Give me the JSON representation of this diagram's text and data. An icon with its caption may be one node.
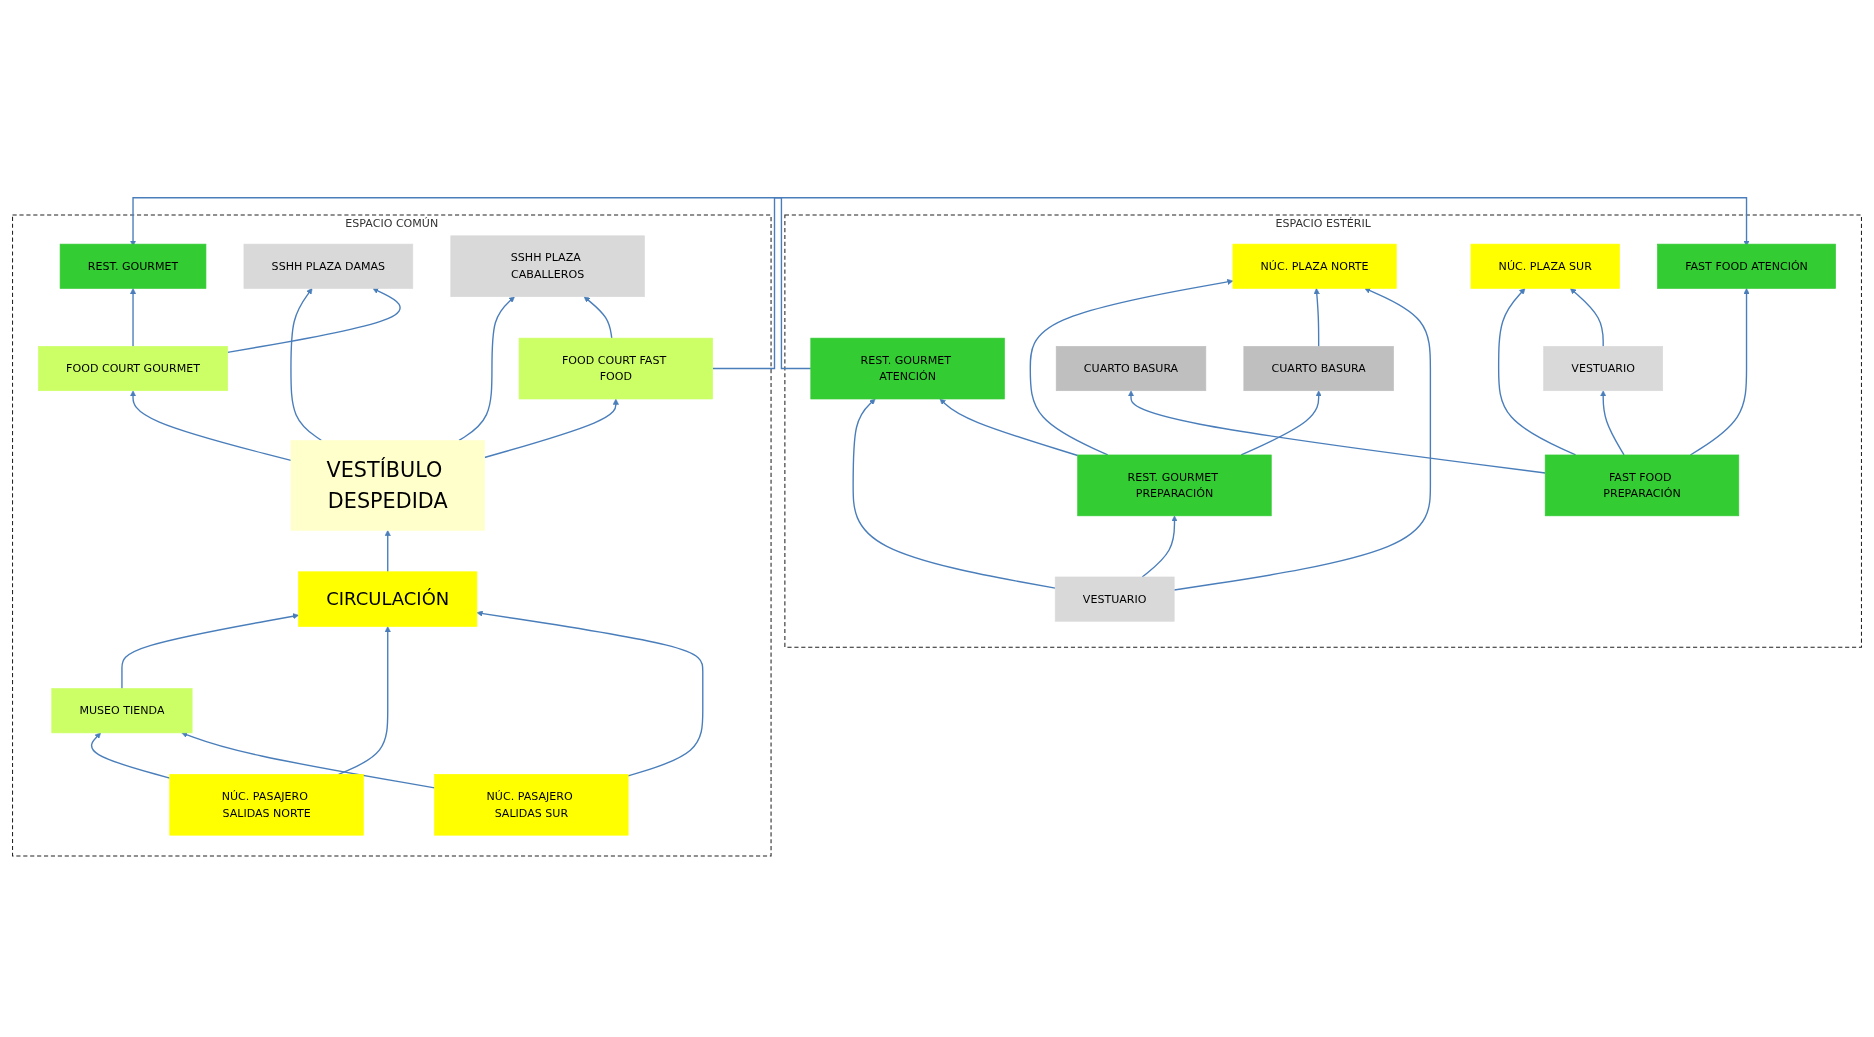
{
  "diagram": {
    "nodes": [
      {
        "text": [
          "ESPACIO ESTÉRIL"
        ]
      },
      {
        "text": [
          "CUARTO BASURA"
        ],
        "in": 0
      },
      {
        "text": [
          "NÚC. PLAZA NORTE"
        ],
        "in": 0
      },
      {
        "text": [
          "REST. GOURMET PREPARACIÓN"
        ],
        "in": 0
      },
      {
        "text": [
          "VESTUARIO"
        ],
        "in": 0
      },
      {
        "text": [
          "REST. GOURMET ATENCIÓN"
        ],
        "in": 0
      },
      {
        "text": [
          "CUARTO BASURA"
        ],
        "in": 0
      },
      {
        "text": [
          "NÚC. PLAZA SUR"
        ],
        "in": 0
      },
      {
        "text": [
          "VESTUARIO"
        ],
        "in": 0
      },
      {
        "text": [
          "FAST FOOD PREPARACIÓN"
        ],
        "in": 0
      },
      {
        "text": [
          "FAST FOOD ATENCIÓN"
        ],
        "in": 0
      },
      {
        "text": [
          "ESPACIO COMÚN"
        ]
      },
      {
        "text": [
          "REST. GOURMET"
        ],
        "in": 11
      },
      {
        "text": [
          "SSHH PLAZA DAMAS"
        ],
        "in": 11
      },
      {
        "text": [
          "SSHH PLAZA CABALLEROS"
        ],
        "in": 11
      },
      {
        "text": [
          "FOOD COURT GOURMET"
        ],
        "in": 11
      },
      {
        "text": [
          "FOOD COURT FAST FOOD"
        ],
        "in": 11
      },
      {
        "text": [
          "VESTÍBULO DESPEDIDA"
        ],
        "in": 11
      },
      {
        "text": [
          "CIRCULACIÓN"
        ],
        "in": 11
      },
      {
        "text": [
          "NÚC. PASAJERO SALIDAS NORTE"
        ],
        "in": 11
      },
      {
        "text": [
          "NÚC. PASAJERO SALIDAS SUR"
        ],
        "in": 11
      },
      {
        "text": [
          "MUSEO TIENDA"
        ],
        "in": 11
      }
    ],
    "edges": [
      {
        "from": 3,
        "to": 1,
        "arrow": "to"
      },
      {
        "from": 3,
        "to": 2,
        "arrow": "to"
      },
      {
        "from": 1,
        "to": 2,
        "arrow": "to"
      },
      {
        "from": 4,
        "to": 3,
        "arrow": "to"
      },
      {
        "from": 4,
        "to": 2,
        "arrow": "to"
      },
      {
        "from": 4,
        "to": 5,
        "arrow": "to"
      },
      {
        "from": 3,
        "to": 5,
        "arrow": "to"
      },
      {
        "from": 5,
        "to": 12,
        "arrow": "to"
      },
      {
        "from": 9,
        "to": 6,
        "arrow": "to"
      },
      {
        "from": 9,
        "to": 7,
        "arrow": "to"
      },
      {
        "from": 9,
        "to": 8,
        "arrow": "to"
      },
      {
        "from": 8,
        "to": 7,
        "arrow": "to"
      },
      {
        "from": 9,
        "to": 10,
        "arrow": "to"
      },
      {
        "from": 17,
        "to": 15,
        "arrow": "to"
      },
      {
        "from": 17,
        "to": 13,
        "arrow": "to"
      },
      {
        "from": 17,
        "to": 14,
        "arrow": "to"
      },
      {
        "from": 17,
        "to": 16,
        "arrow": "to"
      },
      {
        "from": 15,
        "to": 12,
        "arrow": "to"
      },
      {
        "from": 15,
        "to": 13,
        "arrow": "to"
      },
      {
        "from": 16,
        "to": 10,
        "arrow": "to"
      },
      {
        "from": 16,
        "to": 14,
        "arrow": "to"
      },
      {
        "from": 18,
        "to": 17,
        "arrow": "to"
      },
      {
        "from": 21,
        "to": 18,
        "arrow": "to"
      },
      {
        "from": 19,
        "to": 18,
        "arrow": "to"
      },
      {
        "from": 19,
        "to": 21,
        "arrow": "to"
      },
      {
        "from": 20,
        "to": 18,
        "arrow": "to"
      },
      {
        "from": 20,
        "to": 21,
        "arrow": "to"
      }
    ]
  }
}
